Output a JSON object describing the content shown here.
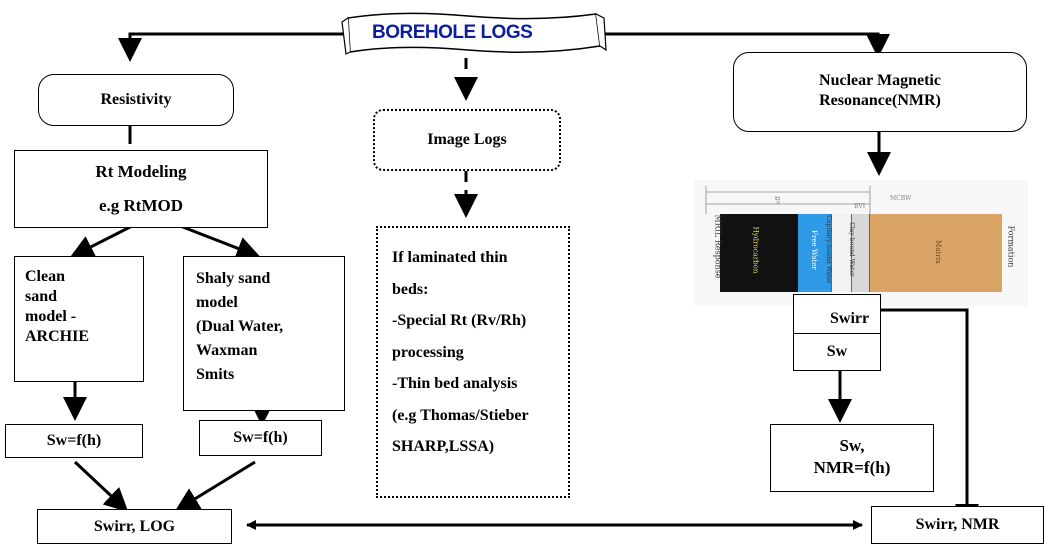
{
  "banner": {
    "title": "BOREHOLE LOGS"
  },
  "left": {
    "resistivity": "Resistivity",
    "rt_modeling_title": "Rt Modeling",
    "rt_modeling_example": "e.g RtMOD",
    "clean_sand_lines": [
      "Clean",
      "sand",
      "model -",
      "ARCHIE"
    ],
    "shaly_sand_lines": [
      "Shaly sand",
      "model",
      "(Dual Water,",
      "Waxman",
      "Smits"
    ],
    "sw_clean": "Sw=f(h)",
    "sw_shaly": "Sw=f(h)",
    "swirr_log": "Swirr, LOG"
  },
  "middle": {
    "image_logs": "Image Logs",
    "lines": [
      "If laminated thin",
      "beds:",
      "-Special Rt (Rv/Rh)",
      "processing",
      "-Thin bed analysis",
      "(e.g Thomas/Stieber",
      "SHARP,LSSA)"
    ]
  },
  "right": {
    "nmr_lines": [
      "Nuclear Magnetic",
      "Resonance(NMR)"
    ],
    "swirr": "Swirr",
    "sw": "Sw",
    "sw_nmr_lines": [
      "Sw,",
      "NMR=f(h)"
    ],
    "swirr_nmr": "Swirr, NMR"
  },
  "nmr_image": {
    "segment_colors": [
      "#111111",
      "#2f9be6",
      "#f2f2f2",
      "#d8d8d8",
      "#d9a465"
    ],
    "segment_labels": [
      "Hydrocarbon",
      "Free Water",
      "Capillary-bound Water",
      "Clay-bound Water",
      "Matrix"
    ],
    "side_labels": [
      "MRIL Response",
      "Formation"
    ]
  }
}
